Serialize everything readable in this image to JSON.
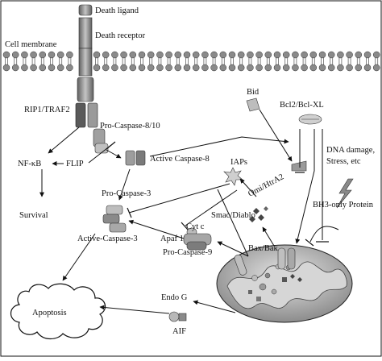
{
  "labels": {
    "death_ligand": "Death ligand",
    "death_receptor": "Death receptor",
    "cell_membrane": "Cell membrane",
    "rip1_traf2": "RIP1/TRAF2",
    "pro_caspase_8_10": "Pro-Caspase-8/10",
    "bid": "Bid",
    "bcl2_bclxl": "Bcl2/Bcl-XL",
    "dna_damage_line1": "DNA damage,",
    "dna_damage_line2": "Stress, etc",
    "nfkb": "NF-κB",
    "flip": "FLIP",
    "active_caspase_8": "Active Caspase-8",
    "iaps": "IAPs",
    "pro_caspase_3": "Pro-Caspase-3",
    "omi_htra2": "Omi/HtrA2",
    "bh3_only": "BH3-only Protein",
    "survival": "Survival",
    "smac_diablo": "Smac/Diablo",
    "cyt_c": "Cyt c",
    "apaf1": "Apaf 1",
    "active_caspase_3": "Active-Caspase-3",
    "pro_caspase_9": "Pro-Caspase-9",
    "bax_bak": "Bax/Bak",
    "endo_g": "Endo G",
    "apoptosis": "Apoptosis",
    "aif": "AIF"
  },
  "colors": {
    "line": "#111111",
    "protein_dark": "#6e6e6e",
    "protein_mid": "#9a9a9a",
    "protein_light": "#c8c8c8",
    "membrane": "#8a8a8a",
    "mito_fill": "#b9b9b9",
    "background": "#ffffff"
  }
}
